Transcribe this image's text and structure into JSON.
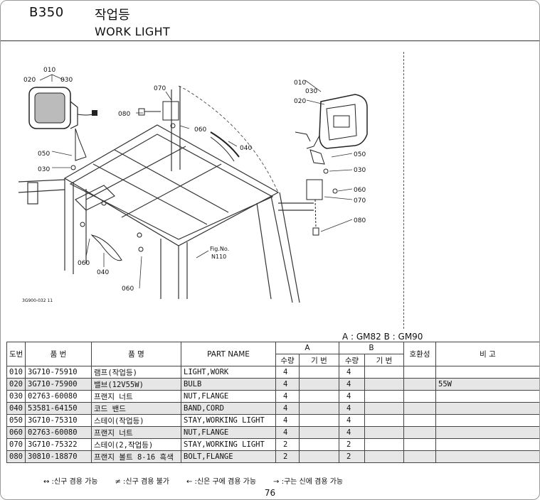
{
  "header": {
    "code": "B350",
    "title_kr": "작업등",
    "title_en": "WORK LIGHT"
  },
  "figure": {
    "callouts": {
      "c010a": "010",
      "c020a": "020",
      "c030a": "030",
      "c050a": "050",
      "c030b": "030",
      "c070a": "070",
      "c080a": "080",
      "c060a": "060",
      "c040a": "040",
      "c060b": "060",
      "c040b": "040",
      "c060c": "060",
      "c010b": "010",
      "c030c": "030",
      "c020b": "020",
      "c050b": "050",
      "c030d": "030",
      "c060d": "060",
      "c070b": "070",
      "c080b": "080"
    },
    "fig_ref_1": "Fig.No.",
    "fig_ref_2": "N110",
    "drawing_no": "3G900-032 11"
  },
  "models_note": "A : GM82   B : GM90",
  "table": {
    "headers": {
      "no": "도번",
      "part_no": "품 번",
      "name_kr": "품 명",
      "part_name": "PART NAME",
      "a": "A",
      "b": "B",
      "qty": "수량",
      "period": "기 번",
      "compat": "호환성",
      "remarks": "비 고"
    },
    "rows": [
      {
        "no": "010",
        "part_no": "3G710-75910",
        "name_kr": "램프(작업등)",
        "part_name": "LIGHT,WORK",
        "qty_a": "4",
        "qty_b": "4",
        "remark": ""
      },
      {
        "no": "020",
        "part_no": "3G710-75900",
        "name_kr": "밸브(12V55W)",
        "part_name": "BULB",
        "qty_a": "4",
        "qty_b": "4",
        "remark": "55W"
      },
      {
        "no": "030",
        "part_no": "02763-60080",
        "name_kr": "프랜지 너트",
        "part_name": "NUT,FLANGE",
        "qty_a": "4",
        "qty_b": "4",
        "remark": ""
      },
      {
        "no": "040",
        "part_no": "53581-64150",
        "name_kr": "코드 밴드",
        "part_name": "BAND,CORD",
        "qty_a": "4",
        "qty_b": "4",
        "remark": ""
      },
      {
        "no": "050",
        "part_no": "3G710-75310",
        "name_kr": "스테이(작업등)",
        "part_name": "STAY,WORKING LIGHT",
        "qty_a": "4",
        "qty_b": "4",
        "remark": ""
      },
      {
        "no": "060",
        "part_no": "02763-60080",
        "name_kr": "프랜지 너트",
        "part_name": "NUT,FLANGE",
        "qty_a": "4",
        "qty_b": "4",
        "remark": ""
      },
      {
        "no": "070",
        "part_no": "3G710-75322",
        "name_kr": "스테이(2,작업등)",
        "part_name": "STAY,WORKING LIGHT",
        "qty_a": "2",
        "qty_b": "2",
        "remark": ""
      },
      {
        "no": "080",
        "part_no": "30810-18870",
        "name_kr": "프랜지 볼트 8-16 흑색",
        "part_name": "BOLT,FLANGE",
        "qty_a": "2",
        "qty_b": "2",
        "remark": ""
      }
    ]
  },
  "legend": [
    "↔ :신구 겸용 가능",
    "≠ :신구 겸용 불가",
    "← :신은 구에 겸용 가능",
    "→ :구는 신에 겸용 가능"
  ],
  "page_number": "76"
}
